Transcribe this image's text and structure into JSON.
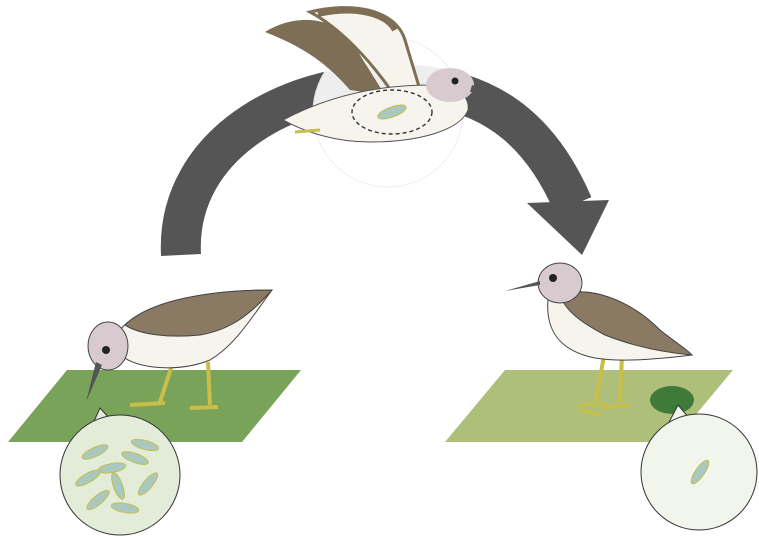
{
  "diagram": {
    "elements": [
      {
        "id": "cycle-arrow",
        "icon": "curved-arrow-icon",
        "color": "#555555"
      },
      {
        "id": "flying-bird",
        "icon": "flying-sandpiper-icon"
      },
      {
        "id": "left-bird",
        "icon": "foraging-sandpiper-icon"
      },
      {
        "id": "right-bird",
        "icon": "standing-sandpiper-icon"
      },
      {
        "id": "left-patch",
        "icon": "habitat-patch-icon",
        "color": "#7aa35a"
      },
      {
        "id": "right-patch",
        "icon": "habitat-patch-icon",
        "color": "#aebf7a"
      },
      {
        "id": "left-inset",
        "icon": "many-diatoms-icon",
        "count": 9
      },
      {
        "id": "right-inset",
        "icon": "single-diatom-icon",
        "count": 1
      }
    ],
    "colors": {
      "arrow": "#555555",
      "bird_back": "#8a7a63",
      "bird_head": "#d8cbcf",
      "bird_belly": "#f6f4ec",
      "legs": "#c9be48",
      "left_ground": "#7aa35a",
      "right_ground": "#aebf7a",
      "gut_dot": "#3f7a3a",
      "inset_fill": "#e3ecd9",
      "inset_fill_light": "#f1f5ec",
      "diatom": "#a8c8c0"
    }
  }
}
